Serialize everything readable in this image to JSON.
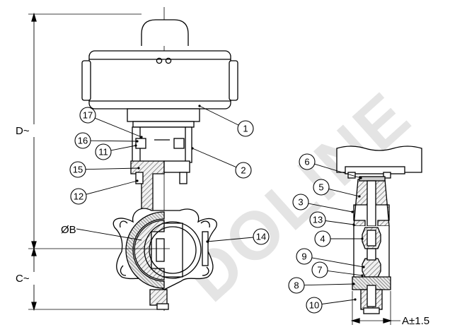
{
  "watermark": "DOLINE",
  "dimensions": {
    "d": "D~",
    "c": "C~",
    "ob": "ØB",
    "a": "A±1.5"
  },
  "balloons": [
    "1",
    "2",
    "3",
    "4",
    "5",
    "6",
    "7",
    "8",
    "9",
    "10",
    "11",
    "12",
    "13",
    "14",
    "15",
    "16",
    "17"
  ]
}
